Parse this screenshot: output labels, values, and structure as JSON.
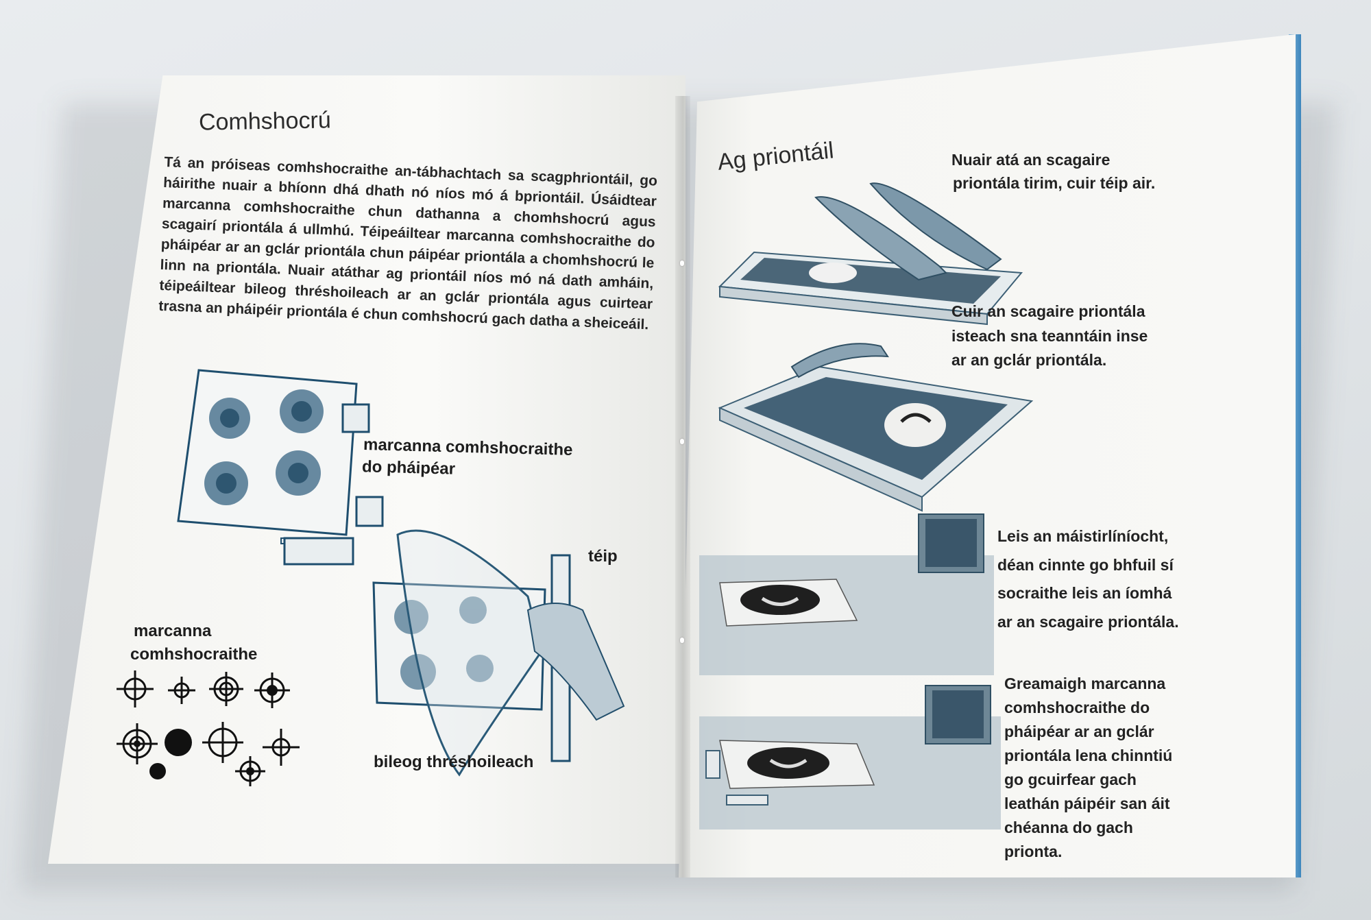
{
  "left_page": {
    "title": "Comhshocrú",
    "paragraph": "Tá an próiseas comhshocraithe an-tábhachtach sa scagphriontáil, go háirithe nuair a bhíonn dhá dhath nó níos mó á bpriontáil. Úsáidtear marcanna comhshocraithe chun dathanna a chomhshocrú agus scagairí priontála á ullmhú. Téipeáiltear marcanna comhshocraithe do pháipéar ar an gclár priontála chun páipéar priontála a chomhshocrú le linn na priontála. Nuair atáthar ag priontáil níos mó ná dath amháin, téipeáiltear bileog thréshoileach ar an gclár priontála agus cuirtear trasna an pháipéir priontála é chun comhshocrú gach datha a sheiceáil.",
    "label_paper_marks_1": "marcanna comhshocraithe",
    "label_paper_marks_2": "do pháipéar",
    "label_tape": "téip",
    "label_marks_1": "marcanna",
    "label_marks_2": "comhshocraithe",
    "label_sheet": "bileog thréshoileach"
  },
  "right_page": {
    "title": "Ag priontáil",
    "step1_line1": "Nuair atá an scagaire",
    "step1_line2": "priontála tirim, cuir téip air.",
    "step2_line1": "Cuir an scagaire priontála",
    "step2_line2": "isteach sna teanntáin inse",
    "step2_line3": "ar an gclár priontála.",
    "step3_line1": "Leis an máistirlíníocht,",
    "step3_line2": "déan cinnte go bhfuil sí",
    "step3_line3": "socraithe leis an íomhá",
    "step3_line4": "ar an scagaire priontála.",
    "step4_line1": "Greamaigh marcanna",
    "step4_line2": "comhshocraithe do",
    "step4_line3": "pháipéar ar an gclár",
    "step4_line4": "priontála lena chinntiú",
    "step4_line5": "go gcuirfear gach",
    "step4_line6": "leathán páipéir san áit",
    "step4_line7": "chéanna do gach",
    "step4_line8": "prionta."
  },
  "colors": {
    "ink_blue": "#3d6b86",
    "cover_blue": "#3d86bd",
    "text": "#1d1d1d"
  }
}
